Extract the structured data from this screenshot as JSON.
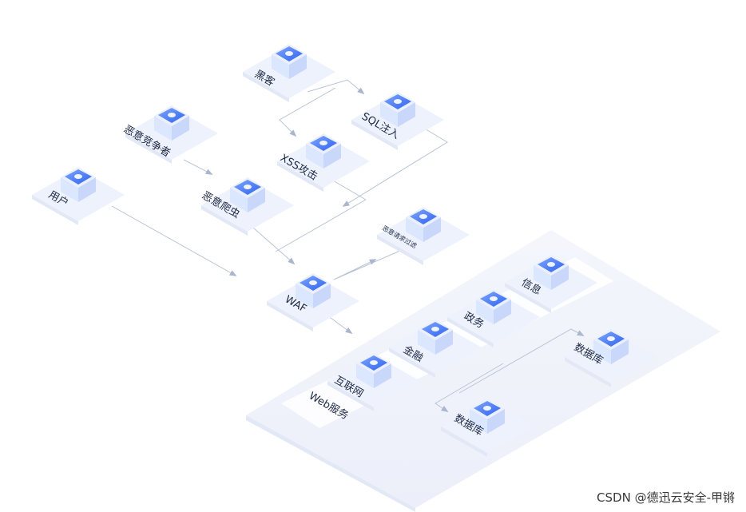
{
  "nodes": {
    "hacker": "黑客",
    "sql_injection": "SQL注入",
    "xss_attack": "XSS攻击",
    "malicious_competitor": "恶意竞争者",
    "malicious_crawler": "恶意爬虫",
    "user": "用户",
    "malicious_request_filter": "恶意请求过滤",
    "waf": "WAF",
    "internet": "互联网",
    "finance": "金融",
    "government": "政务",
    "information": "信息",
    "web_service": "Web服务",
    "database_1": "数据库",
    "database_2": "数据库"
  },
  "watermark": "CSDN @德迅云安全-甲锵",
  "colors": {
    "accent": "#4a7dff",
    "icon_dark": "#2f63ef",
    "cube_side": "#dbe6ff",
    "platform": "#eef1fb",
    "line": "#b9c4d6",
    "arrow": "#a9b6cc"
  }
}
